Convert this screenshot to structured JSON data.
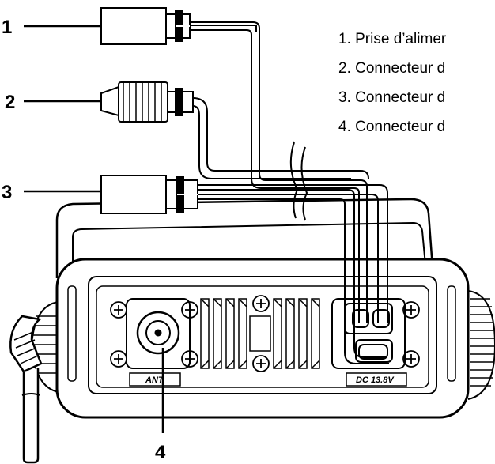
{
  "callouts": [
    "1",
    "2",
    "3",
    "4"
  ],
  "legend": [
    "1. Prise d’alimer",
    "2. Connecteur d",
    "3. Connecteur d",
    "4. Connecteur d"
  ],
  "panel_labels": {
    "antenna": "ANT",
    "power": "DC 13.8V"
  }
}
